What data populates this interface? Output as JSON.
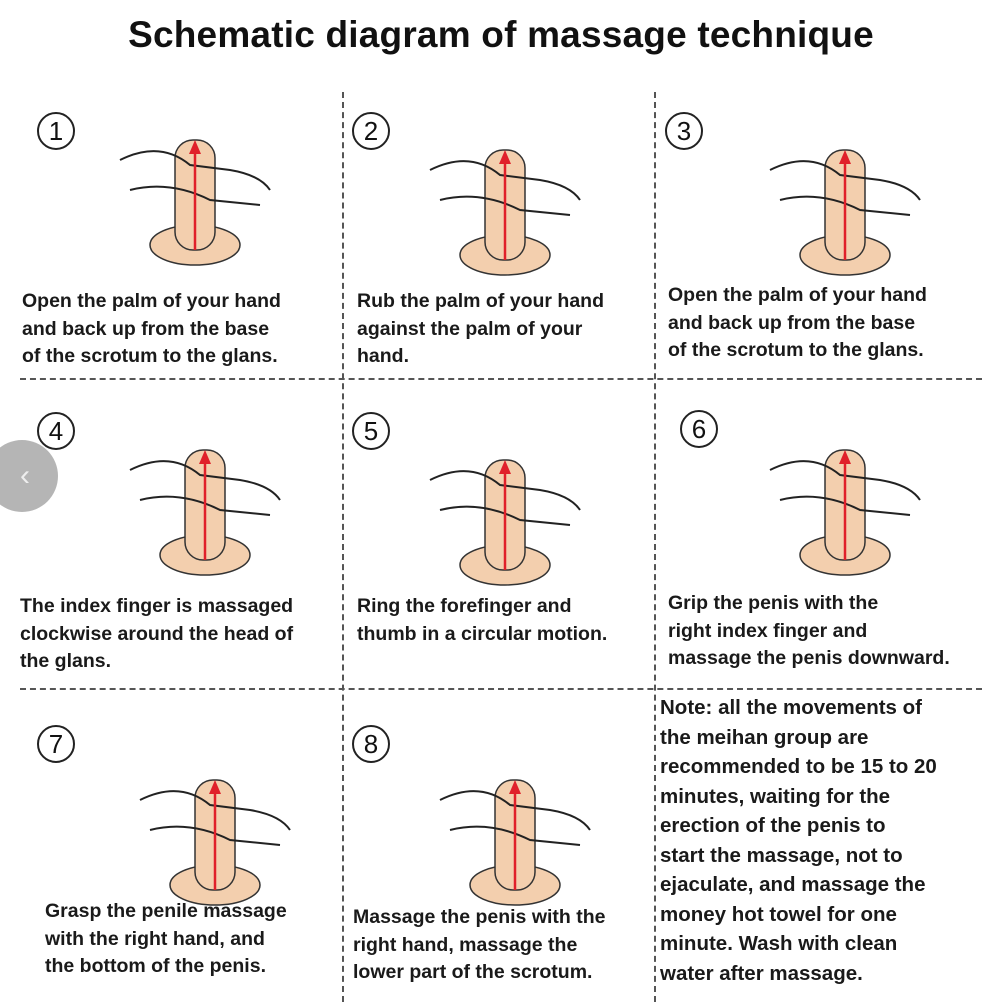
{
  "title": "Schematic diagram of massage technique",
  "accent_color": "#e0202a",
  "skin_color": "#f3cfae",
  "nav": {
    "prev_icon": "‹"
  },
  "steps": [
    {
      "number": "1",
      "lines": [
        "Open the palm of your hand",
        "and back up from the base",
        "of the scrotum to the glans."
      ]
    },
    {
      "number": "2",
      "lines": [
        "Rub the palm of your hand",
        "against the palm of your",
        "hand."
      ]
    },
    {
      "number": "3",
      "lines": [
        "Open the palm of your hand",
        "and back up from the base",
        "of the scrotum to the glans."
      ]
    },
    {
      "number": "4",
      "lines": [
        "The index finger is massaged",
        "clockwise around the head of",
        "the glans."
      ]
    },
    {
      "number": "5",
      "lines": [
        "Ring the forefinger and",
        "thumb in a circular motion."
      ]
    },
    {
      "number": "6",
      "lines": [
        "Grip the penis with the",
        "right index finger and",
        "massage the penis downward."
      ]
    },
    {
      "number": "7",
      "lines": [
        "Grasp the penile massage",
        "with the right hand, and",
        "the bottom of the penis."
      ]
    },
    {
      "number": "8",
      "lines": [
        "Massage the penis with the",
        "right hand, massage the",
        "lower part of the scrotum."
      ]
    }
  ],
  "note": {
    "lines": [
      "Note: all the movements of",
      "the meihan group are",
      "recommended to be 15 to 20",
      "minutes, waiting for the",
      "erection of the penis to",
      "start the massage, not to",
      "ejaculate, and massage the",
      "money hot towel for one",
      "minute. Wash with clean",
      "water after massage."
    ]
  }
}
